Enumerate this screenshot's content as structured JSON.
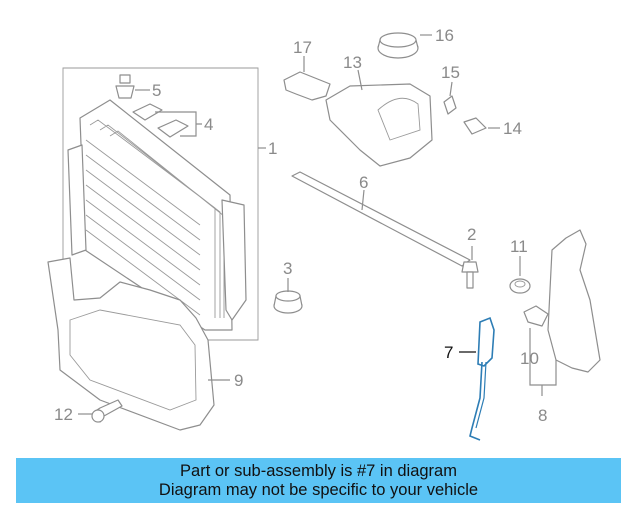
{
  "diagram": {
    "callouts": {
      "c1": "1",
      "c2": "2",
      "c3": "3",
      "c4": "4",
      "c5": "5",
      "c6": "6",
      "c7": "7",
      "c8": "8",
      "c9": "9",
      "c10": "10",
      "c11": "11",
      "c12": "12",
      "c13": "13",
      "c14": "14",
      "c15": "15",
      "c16": "16",
      "c17": "17"
    },
    "highlighted_part": "7",
    "highlight_color": "#2d7db5",
    "line_color": "#8e8e8e"
  },
  "banner": {
    "line1": "Part or sub-assembly is #7 in diagram",
    "line2": "Diagram may not be specific to your vehicle",
    "background": "#5bc4f5"
  }
}
